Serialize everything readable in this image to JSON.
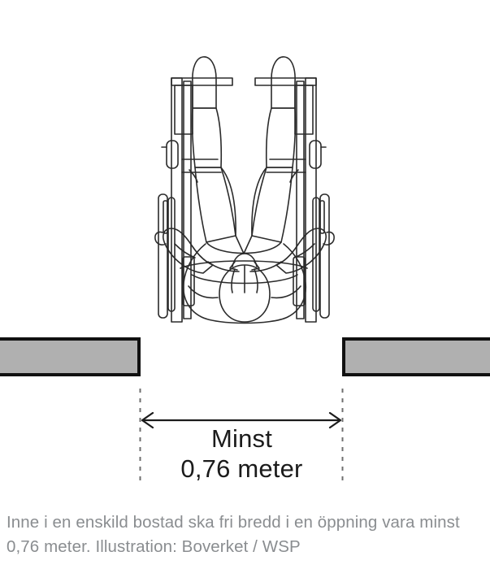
{
  "figure": {
    "illustration_name": "wheelchair-top-view-in-doorway",
    "walls": {
      "left_label": "wall-block-left",
      "right_label": "wall-block-right",
      "fill_color": "#b0b0b0",
      "stroke_color": "#111111"
    },
    "dimension": {
      "line1": "Minst",
      "line2": "0,76 meter",
      "full_text": "Minst\n0,76 meter",
      "value": "0,76",
      "unit": "meter",
      "qualifier": "Minst",
      "arrow_style": "double-headed",
      "guide_line_style": "dashed",
      "text_color": "#1b1b1b"
    }
  },
  "caption": {
    "text": "Inne i en enskild bostad ska fri bredd i en öppning vara minst 0,76 meter. Illustration: Boverket / WSP",
    "line1": "Inne i en enskild bostad ska fri bredd i en öppning vara",
    "line2": "minst 0,76 meter. Illustration: Boverket / WSP",
    "credit_source": "Boverket / WSP",
    "text_color": "#8a8d90"
  }
}
